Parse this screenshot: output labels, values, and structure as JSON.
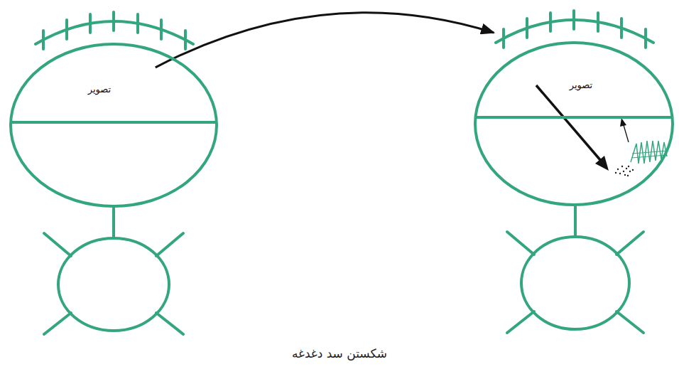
{
  "diagram": {
    "caption": "شکستن سد دغدغه",
    "nodes": [
      {
        "text": [
          "تصویر"
        ]
      },
      {
        "text": [
          "تصویر"
        ]
      }
    ],
    "edges": [
      {
        "from": 0,
        "to": 1,
        "arrow": "to"
      }
    ]
  }
}
